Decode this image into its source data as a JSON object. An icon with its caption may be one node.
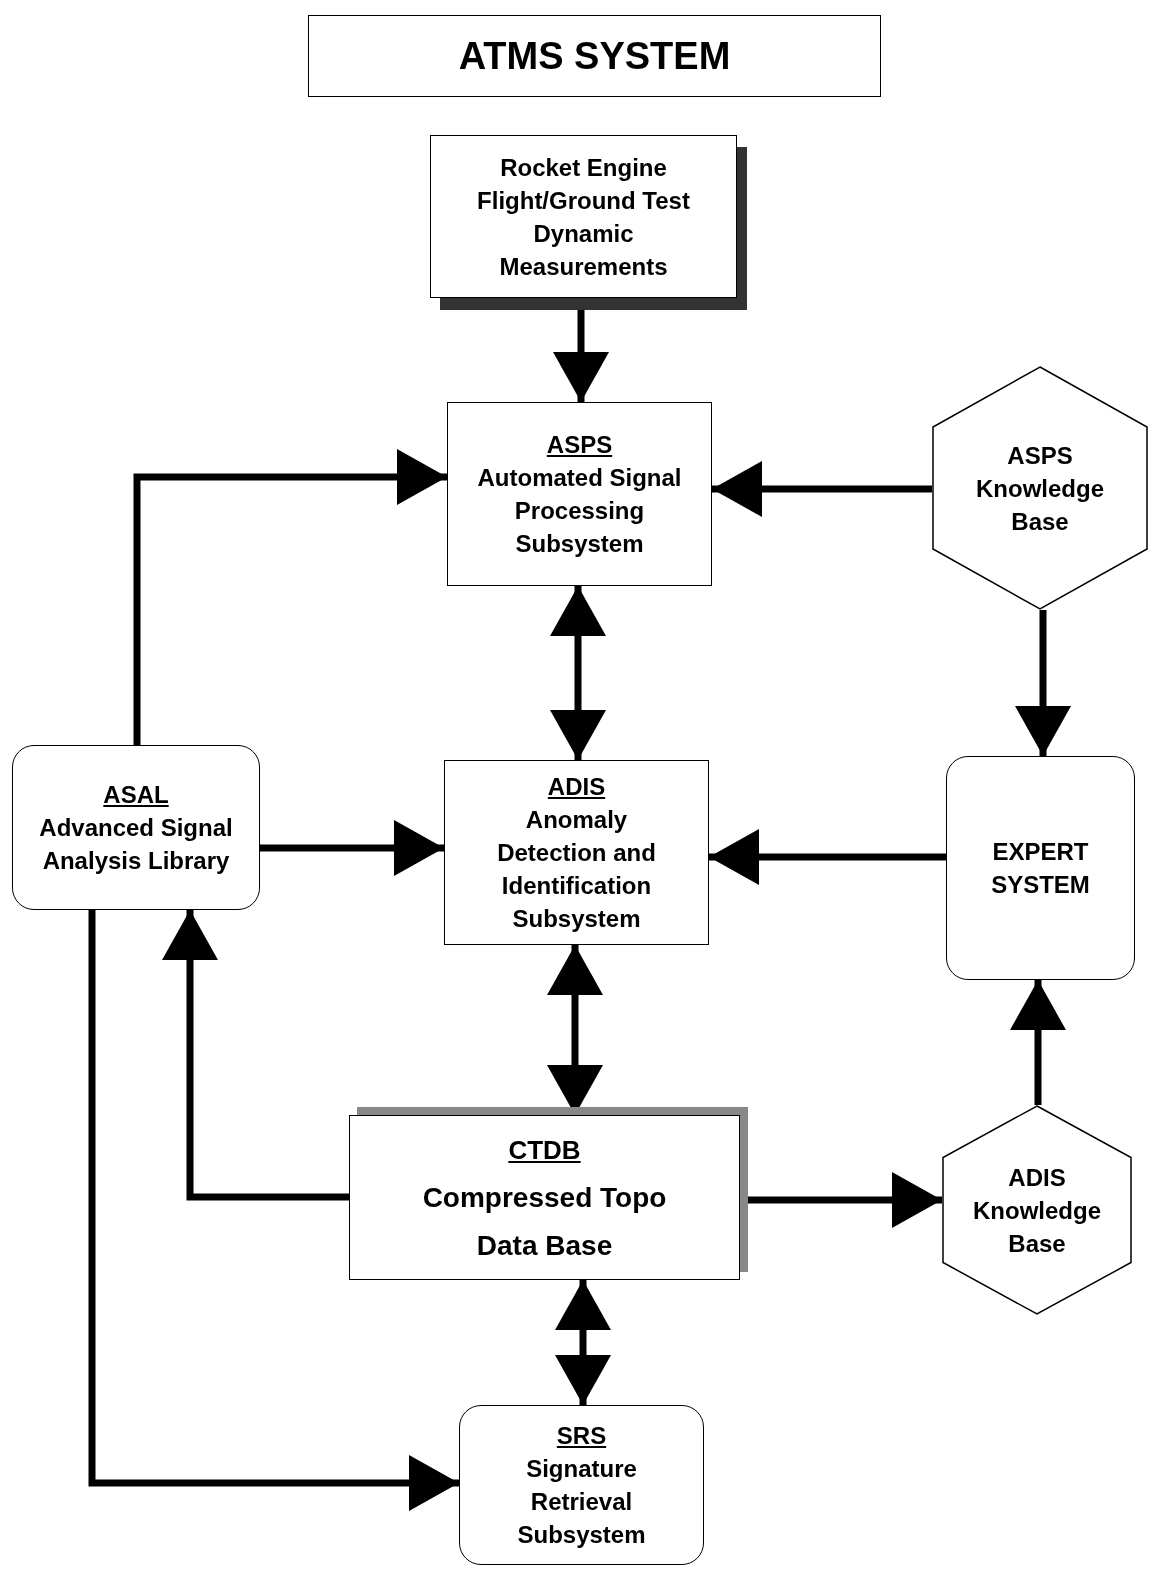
{
  "diagram": {
    "title": "ATMS SYSTEM",
    "nodes": [
      {
        "text": [
          "Rocket Engine Flight/Ground Test Dynamic Measurements"
        ]
      },
      {
        "text": [
          "ASPS",
          "Automated Signal Processing Subsystem"
        ]
      },
      {
        "text": [
          "ASPS Knowledge Base"
        ]
      },
      {
        "text": [
          "ASAL",
          "Advanced Signal Analysis Library"
        ]
      },
      {
        "text": [
          "ADIS",
          "Anomaly Detection and Identification Subsystem"
        ]
      },
      {
        "text": [
          "EXPERT SYSTEM"
        ]
      },
      {
        "text": [
          "CTDB",
          "Compressed Topo Data Base"
        ]
      },
      {
        "text": [
          "ADIS Knowledge Base"
        ]
      },
      {
        "text": [
          "SRS",
          "Signature Retrieval Subsystem"
        ]
      }
    ],
    "edges": [
      {
        "from": 0,
        "to": 1,
        "arrow": "to"
      },
      {
        "from": 2,
        "to": 1,
        "arrow": "to"
      },
      {
        "from": 3,
        "to": 1,
        "arrow": "to"
      },
      {
        "from": 1,
        "to": 4,
        "arrow": "both"
      },
      {
        "from": 2,
        "to": 5,
        "arrow": "to"
      },
      {
        "from": 3,
        "to": 4,
        "arrow": "to"
      },
      {
        "from": 5,
        "to": 4,
        "arrow": "to"
      },
      {
        "from": 4,
        "to": 6,
        "arrow": "both"
      },
      {
        "from": 6,
        "to": 3,
        "arrow": "to"
      },
      {
        "from": 7,
        "to": 5,
        "arrow": "to"
      },
      {
        "from": 6,
        "to": 7,
        "arrow": "to"
      },
      {
        "from": 6,
        "to": 8,
        "arrow": "both"
      },
      {
        "from": 3,
        "to": 8,
        "arrow": "to"
      }
    ]
  }
}
